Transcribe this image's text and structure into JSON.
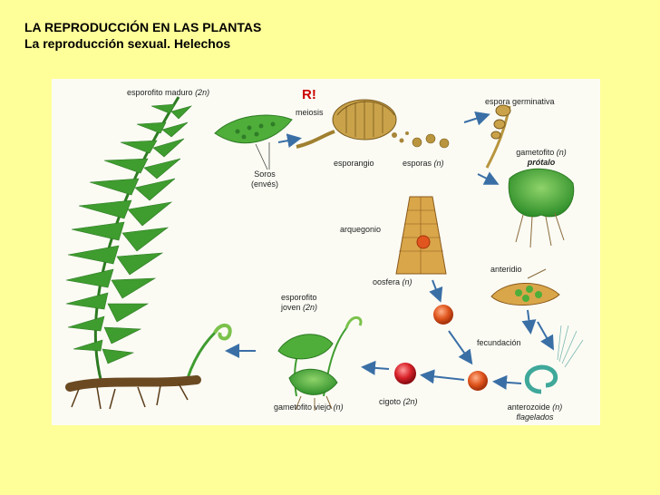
{
  "header": {
    "title": "LA REPRODUCCIÓN EN LAS PLANTAS",
    "subtitle": "La reproducción sexual. Helechos"
  },
  "diagram": {
    "labels": {
      "esporofito_maduro": "esporofito maduro",
      "esporofito_maduro_n": "(2n)",
      "r_mark": "R!",
      "meiosis": "meiosis",
      "espora_germinativa": "espora germinativa",
      "gametofito": "gametofito",
      "gametofito_n": "(n)",
      "protalo": "prótalo",
      "soros": "Soros",
      "enves": "(envés)",
      "esporangio": "esporangio",
      "esporas": "esporas",
      "esporas_n": "(n)",
      "arquegonio": "arquegonio",
      "anteridio": "anteridio",
      "oosfera": "oosfera",
      "oosfera_n": "(n)",
      "esporofito_joven": "esporofito",
      "esporofito_joven_2": "joven",
      "esporofito_joven_n": "(2n)",
      "fecundacion": "fecundación",
      "cigoto": "cigoto",
      "cigoto_n": "(2n)",
      "gametofito_viejo": "gametofito viejo",
      "gametofito_viejo_n": "(n)",
      "anterozoide": "anterozoide",
      "anterozoide_n": "(n)",
      "flagelados": "flagelados"
    },
    "colors": {
      "background": "#ffff99",
      "panel": "#fbfbf4",
      "leaf": "#3f9c2f",
      "arrow": "#3a6fa6",
      "cell": "#e0561e",
      "spore": "#b8953e",
      "r_mark": "#cc0000"
    }
  }
}
